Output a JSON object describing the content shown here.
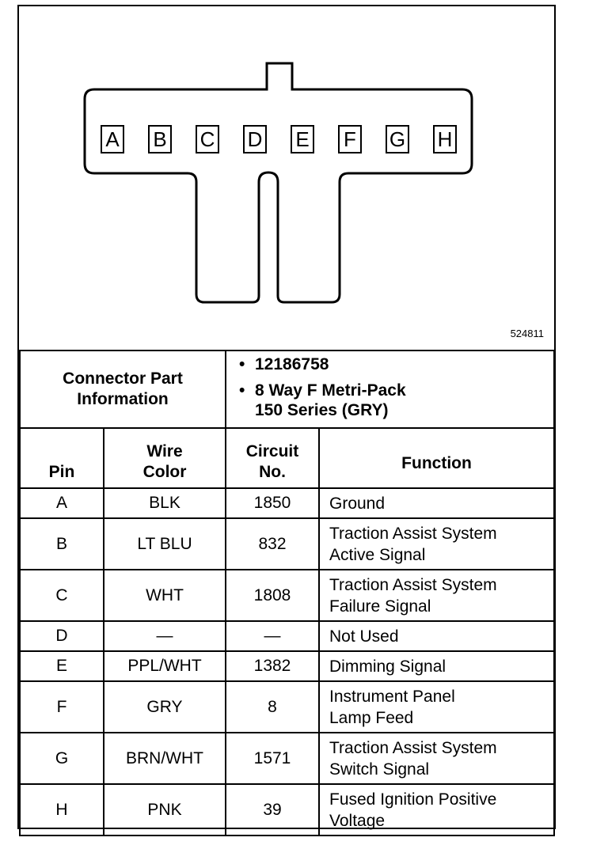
{
  "figure_id": "524811",
  "connector": {
    "pins": [
      "A",
      "B",
      "C",
      "D",
      "E",
      "F",
      "G",
      "H"
    ]
  },
  "part_info": {
    "label_line1": "Connector Part",
    "label_line2": "Information",
    "items": [
      "12186758",
      "8 Way F Metri-Pack",
      "150 Series (GRY)"
    ]
  },
  "headers": {
    "pin": "Pin",
    "wire_color_1": "Wire",
    "wire_color_2": "Color",
    "circuit_1": "Circuit",
    "circuit_2": "No.",
    "function": "Function"
  },
  "rows": [
    {
      "pin": "A",
      "color": "BLK",
      "circuit": "1850",
      "function": [
        "Ground"
      ]
    },
    {
      "pin": "B",
      "color": "LT BLU",
      "circuit": "832",
      "function": [
        "Traction Assist System",
        "Active Signal"
      ]
    },
    {
      "pin": "C",
      "color": "WHT",
      "circuit": "1808",
      "function": [
        "Traction Assist System",
        "Failure Signal"
      ]
    },
    {
      "pin": "D",
      "color": "—",
      "circuit": "—",
      "function": [
        "Not Used"
      ]
    },
    {
      "pin": "E",
      "color": "PPL/WHT",
      "circuit": "1382",
      "function": [
        "Dimming Signal"
      ]
    },
    {
      "pin": "F",
      "color": "GRY",
      "circuit": "8",
      "function": [
        "Instrument Panel",
        "Lamp Feed"
      ]
    },
    {
      "pin": "G",
      "color": "BRN/WHT",
      "circuit": "1571",
      "function": [
        "Traction Assist System",
        "Switch Signal"
      ]
    },
    {
      "pin": "H",
      "color": "PNK",
      "circuit": "39",
      "function": [
        "Fused Ignition Positive",
        "Voltage"
      ]
    }
  ]
}
